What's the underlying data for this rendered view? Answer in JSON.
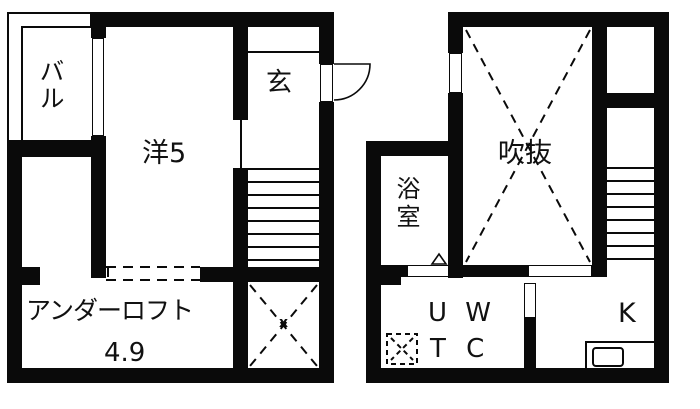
{
  "floor_plan": {
    "left_unit": {
      "balcony": {
        "label": "バル"
      },
      "western_room": {
        "label": "洋5"
      },
      "entrance": {
        "label": "玄"
      },
      "under_loft": {
        "label": "アンダーロフト",
        "size": "4.9"
      },
      "void_below": {
        "symbol": "x"
      }
    },
    "right_unit": {
      "atrium": {
        "label": "吹抜"
      },
      "bathroom": {
        "label": "浴室"
      },
      "utility_wc": {
        "row1": "U W",
        "row2": "T C"
      },
      "kitchen": {
        "label": "K"
      }
    },
    "colors": {
      "wall": "#0a0a0a",
      "background": "#ffffff"
    }
  }
}
